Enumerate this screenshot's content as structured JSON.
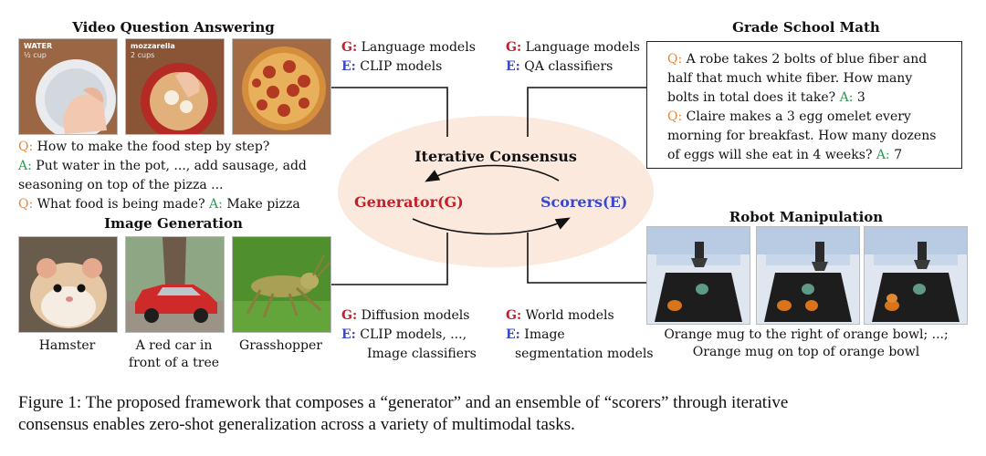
{
  "video_qa": {
    "title": "Video Question Answering",
    "frame_labels": [
      {
        "main": "WATER",
        "sub": "½ cup"
      },
      {
        "main": "mozzarella",
        "sub": "2 cups"
      }
    ],
    "q1_prefix": "Q:",
    "q1_text": "How to make the food step by step?",
    "a1_prefix": "A:",
    "a1_line1": "Put water in the pot, ..., add sausage, add",
    "a1_line2": "seasoning on top of the pizza ...",
    "q2_prefix": "Q:",
    "q2_text": "What food is being made?",
    "a2_prefix": "A:",
    "a2_text": "Make pizza"
  },
  "top_left_models": {
    "g_prefix": "G:",
    "g_text": "Language models",
    "e_prefix": "E:",
    "e_text": "CLIP models"
  },
  "top_right_models": {
    "g_prefix": "G:",
    "g_text": "Language models",
    "e_prefix": "E:",
    "e_text": "QA classifiers"
  },
  "math": {
    "title": "Grade School Math",
    "q1_prefix": "Q:",
    "q1_line1": "A robe takes 2 bolts of blue fiber and",
    "q1_line2": "half that much white fiber. How many",
    "q1_line3": "bolts in total does it take?",
    "a1_prefix": "A:",
    "a1_text": "3",
    "q2_prefix": "Q:",
    "q2_line1": "Claire makes a 3 egg omelet every",
    "q2_line2": "morning for breakfast. How many dozens",
    "q2_line3": "of eggs will she eat in 4 weeks?",
    "a2_prefix": "A:",
    "a2_text": "7"
  },
  "consensus": {
    "title": "Iterative Consensus",
    "generator": "Generator(G)",
    "scorers": "Scorers(E)"
  },
  "image_gen": {
    "title": "Image Generation",
    "captions": [
      "Hamster",
      "A red car in",
      "front of a tree",
      "Grasshopper"
    ]
  },
  "bottom_left_models": {
    "g_prefix": "G:",
    "g_text": "Diffusion models",
    "e_prefix": "E:",
    "e_text": "CLIP models, ...,",
    "e_text2": "Image classifiers"
  },
  "bottom_right_models": {
    "g_prefix": "G:",
    "g_text": "World models",
    "e_prefix": "E:",
    "e_text": "Image",
    "e_text2": "segmentation models"
  },
  "robot": {
    "title": "Robot Manipulation",
    "caption_line1": "Orange mug to the right of orange bowl; ...;",
    "caption_line2": "Orange mug on top of orange bowl"
  },
  "figure_caption": {
    "label": "Figure 1:",
    "line1": "The proposed framework that composes a “generator” and an ensemble of “scorers” through iterative",
    "line2": "consensus enables zero-shot generalization across a variety of multimodal tasks."
  },
  "colors": {
    "question": "#e8883a",
    "answer": "#2f9a55",
    "generator": "#c0202a",
    "scorer": "#3a49c8",
    "ellipse": "#fbe9dd"
  }
}
